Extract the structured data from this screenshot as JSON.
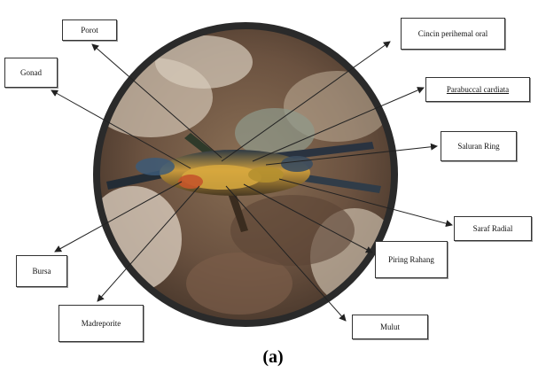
{
  "labels": {
    "porot": "Porot",
    "gonad": "Gonad",
    "cincin_periheumal_oral": "Cincin perihemal oral",
    "parabuccal_cardiata": "Parabuccal  cardiata",
    "saluran_ring": "Saluran Ring",
    "saraf_radial": "Saraf Radial",
    "bursa": "Bursa",
    "madreporite": "Madreporite",
    "piring_rahang": "Piring Rahang",
    "mulut": "Mulut"
  },
  "caption": "(a)"
}
